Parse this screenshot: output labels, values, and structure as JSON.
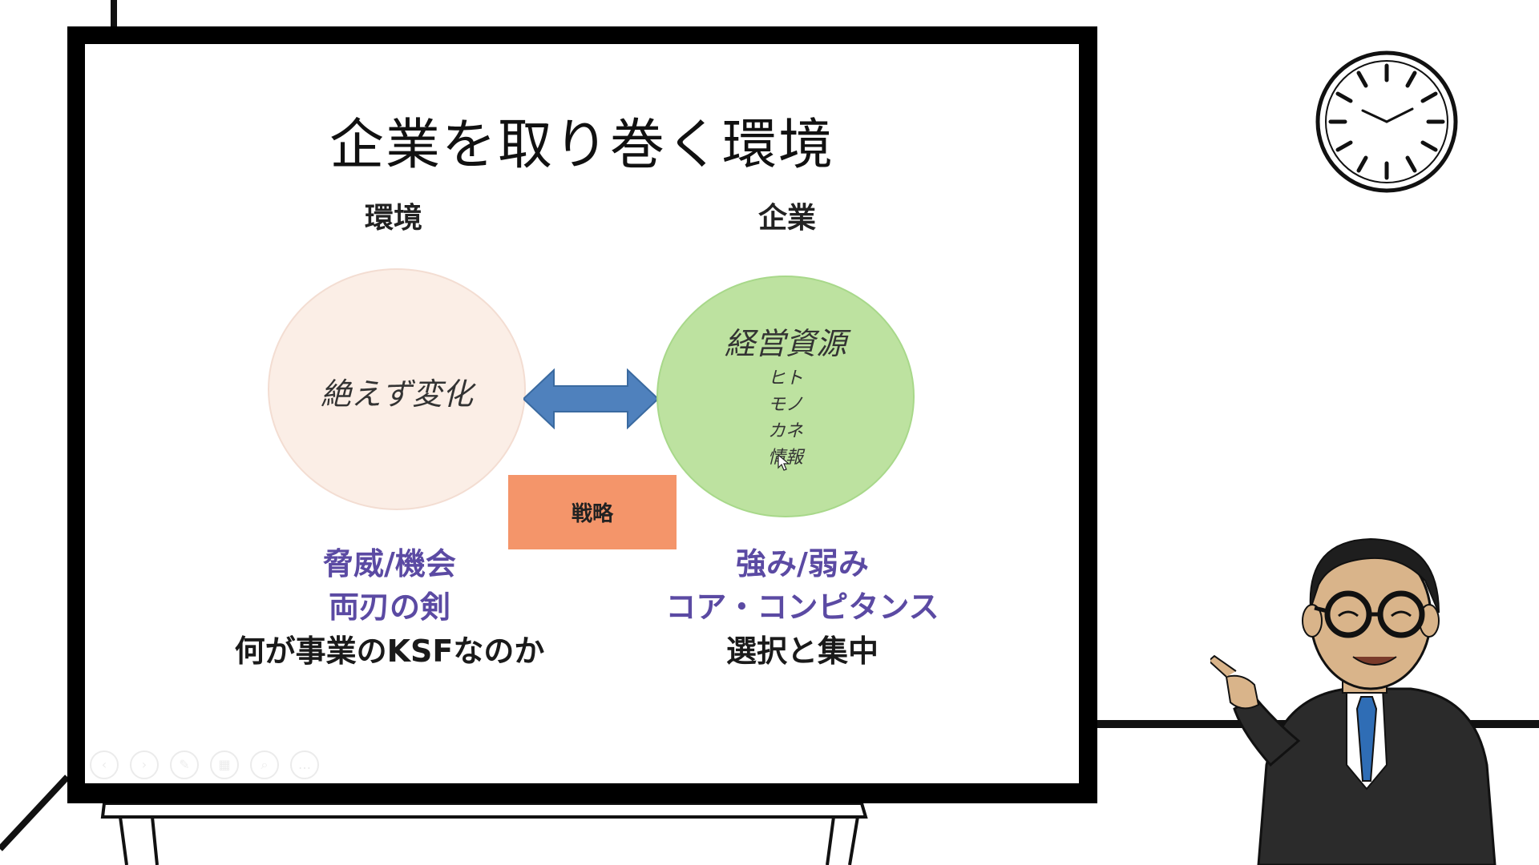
{
  "slide": {
    "title": "企業を取り巻く環境",
    "left_heading": "環境",
    "right_heading": "企業",
    "left_circle_text": "絶えず変化",
    "right_circle": {
      "title": "経営資源",
      "items": [
        "ヒト",
        "モノ",
        "カネ",
        "情報"
      ]
    },
    "strategy_label": "戦略",
    "left_bottom": {
      "line1": "脅威/機会",
      "line2": "両刃の剣",
      "line3": "何が事業のKSFなのか"
    },
    "right_bottom": {
      "line1": "強み/弱み",
      "line2": "コア・コンピタンス",
      "line3": "選択と集中"
    }
  },
  "nav_controls": [
    "previous-icon",
    "next-icon",
    "pen-icon",
    "slides-icon",
    "zoom-icon",
    "more-icon"
  ],
  "colors": {
    "left_circle": "#fbeee6",
    "right_circle": "#bde2a0",
    "arrow": "#4f81bd",
    "strategy_box": "#f4956a",
    "accent_text": "#5b4aa3"
  },
  "icons": {
    "clock": "clock-icon",
    "presenter": "presenter-illustration"
  }
}
